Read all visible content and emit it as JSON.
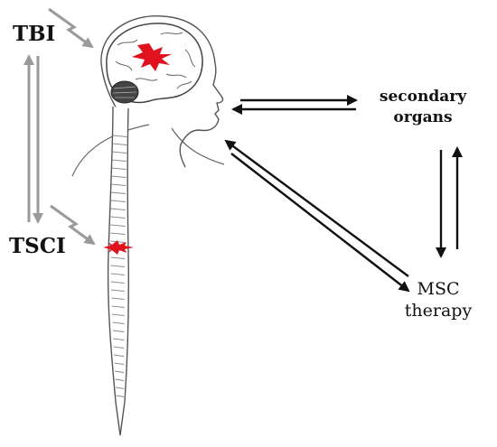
{
  "labels": {
    "tbi": "TBI",
    "tsci": "TSCI",
    "secondary_organs_line1": "secondary",
    "secondary_organs_line2": "organs",
    "msc_line1": "MSC",
    "msc_line2": "therapy"
  },
  "colors": {
    "injury": "#e0121d",
    "arrow_black": "#111111",
    "arrow_gray": "#9a9a9a",
    "outline": "#555555"
  },
  "icons": {
    "injury_marker": "red-starburst",
    "impact": "lightning-bolt"
  }
}
